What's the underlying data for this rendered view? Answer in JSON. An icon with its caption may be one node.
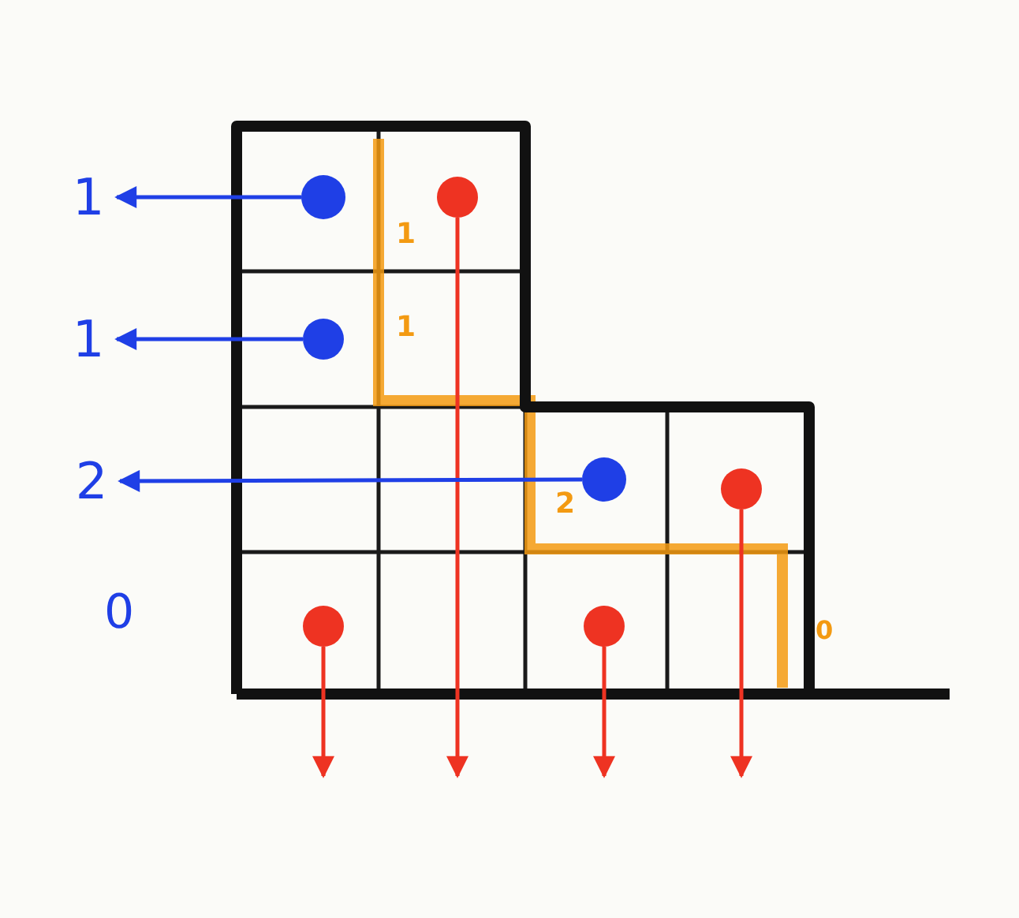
{
  "diagram": {
    "nodes": [
      {
        "text": [
          "1"
        ]
      },
      {
        "text": [],
        "shape": "circle"
      },
      {
        "text": [],
        "shape": "circle"
      },
      {
        "text": [
          "1"
        ]
      },
      {
        "text": [],
        "shape": "circle"
      },
      {
        "text": [
          "2"
        ]
      },
      {
        "text": [],
        "shape": "circle"
      },
      {
        "text": [],
        "shape": "circle"
      },
      {
        "text": [],
        "shape": "circle"
      },
      {
        "text": [],
        "shape": "circle"
      }
    ],
    "edges": [
      {
        "from": 1,
        "to": 0,
        "arrow": "to",
        "color": "#1f3fe6"
      },
      {
        "from": 2,
        "to": null,
        "arrow": "to",
        "color": "#ee3322"
      },
      {
        "from": 4,
        "to": 3,
        "arrow": "to",
        "color": "#1f3fe6"
      },
      {
        "from": 6,
        "to": 5,
        "arrow": "to",
        "color": "#1f3fe6"
      },
      {
        "from": 7,
        "to": null,
        "arrow": "to",
        "color": "#ee3322"
      },
      {
        "from": 8,
        "to": null,
        "arrow": "to",
        "color": "#ee3322"
      },
      {
        "from": 9,
        "to": null,
        "arrow": "to",
        "color": "#ee3322"
      }
    ],
    "labels": [
      "0",
      "1",
      "1",
      "2",
      "0"
    ]
  }
}
